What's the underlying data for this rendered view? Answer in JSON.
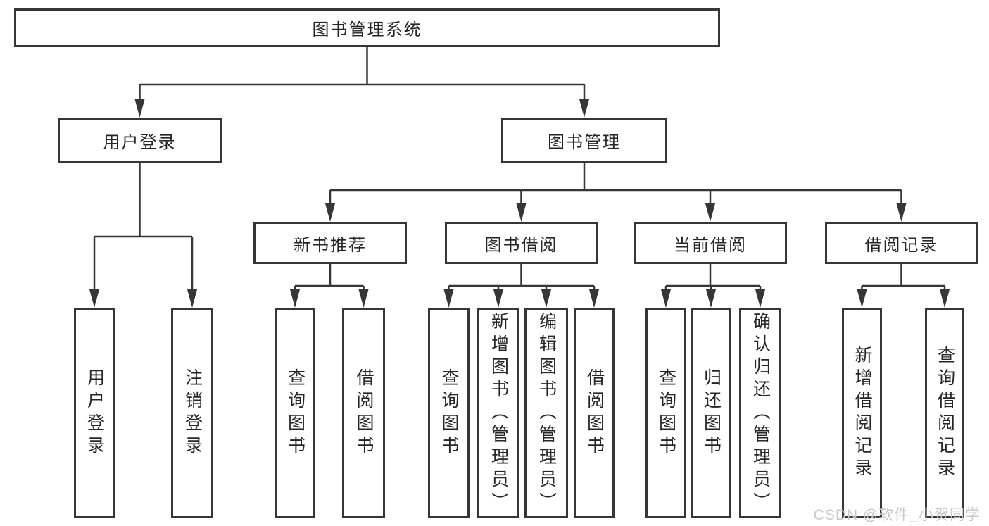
{
  "nodes": {
    "root": "图书管理系统",
    "user_login": "用户登录",
    "book_mgmt": "图书管理",
    "new_book_rec": "新书推荐",
    "book_borrow": "图书借阅",
    "current_borrow": "当前借阅",
    "borrow_record": "借阅记录",
    "ul_login": "用户登录",
    "ul_logout": "注销登录",
    "nb_query": "查询图书",
    "nb_borrow": "借阅图书",
    "bb_query": "查询图书",
    "bb_add": "新增图书（管理员）",
    "bb_edit": "编辑图书（管理员）",
    "bb_borrow": "借阅图书",
    "cb_query": "查询图书",
    "cb_return": "归还图书",
    "cb_confirm": "确认归还（管理员）",
    "br_add": "新增借阅记录",
    "br_query": "查询借阅记录"
  },
  "hierarchy": {
    "图书管理系统": {
      "用户登录": [
        "用户登录",
        "注销登录"
      ],
      "图书管理": {
        "新书推荐": [
          "查询图书",
          "借阅图书"
        ],
        "图书借阅": [
          "查询图书",
          "新增图书（管理员）",
          "编辑图书（管理员）",
          "借阅图书"
        ],
        "当前借阅": [
          "查询图书",
          "归还图书",
          "确认归还（管理员）"
        ],
        "借阅记录": [
          "新增借阅记录",
          "查询借阅记录"
        ]
      }
    }
  },
  "watermark": "CSDN @软件_小贺同学",
  "colors": {
    "line": "#363636",
    "box_border": "#363636",
    "box_fill": "#ffffff",
    "text": "#262626",
    "watermark": "#c9c9c9"
  }
}
